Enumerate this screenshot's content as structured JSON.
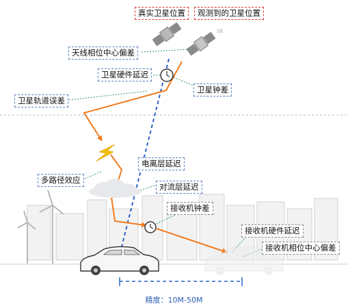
{
  "labels": {
    "true_position": "真实卫星位置",
    "observed_position": "观测到的卫星位置",
    "antenna_phase_center": "天线相位中心偏差",
    "satellite_hardware_delay": "卫星硬件延迟",
    "satellite_clock_error": "卫星钟差",
    "orbit_error": "卫星轨道误差",
    "ionospheric_delay": "电离层延迟",
    "multipath": "多路径效应",
    "tropospheric_delay": "对流层延迟",
    "receiver_clock_error": "接收机钟差",
    "receiver_hardware_delay": "接收机硬件延迟",
    "receiver_phase_center": "接收机相位中心偏差",
    "satellite_small_text": "卫星"
  },
  "accuracy": "精度：10M-50M",
  "colors": {
    "signal_path": "#f07a1e",
    "true_path": "#2d62c8",
    "red_box": "#d9302a",
    "blue_box": "#5b7fc0",
    "accuracy_text": "#2b5fb4",
    "leader_line": "#2c9b6a"
  },
  "icons": [
    "satellite-icon",
    "clock-icon",
    "lightning-icon",
    "cloud-icon",
    "wind-turbine-icon",
    "car-icon"
  ]
}
